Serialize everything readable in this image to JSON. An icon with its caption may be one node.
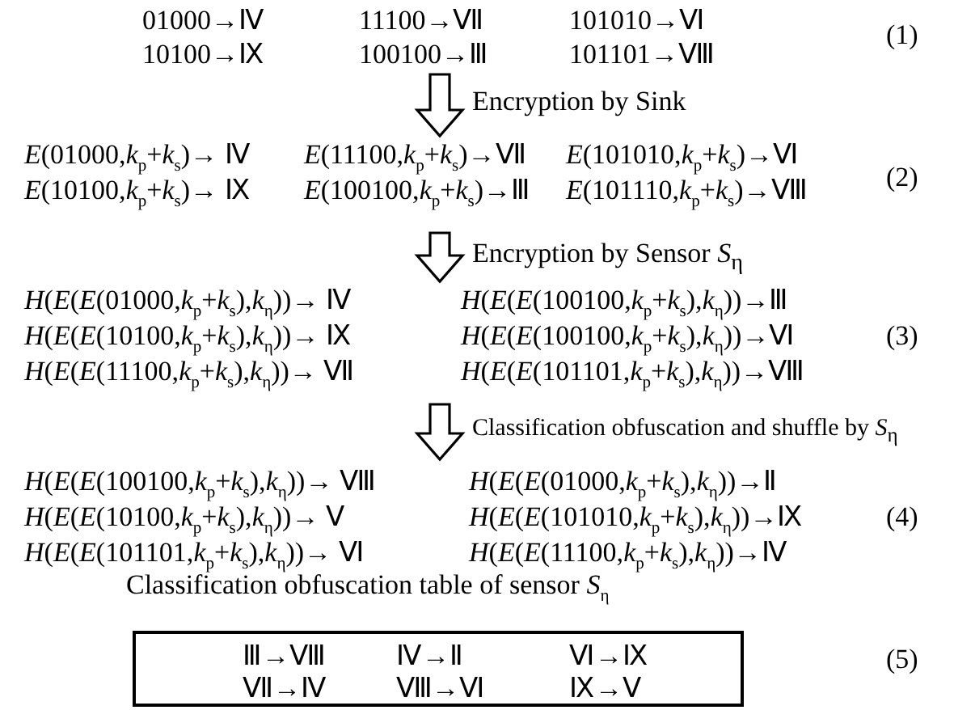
{
  "diagram": {
    "nodes": [
      {
        "text": [
          "01000→Ⅳ",
          "11100→Ⅶ",
          "101010→Ⅵ",
          "10100→Ⅸ",
          "100100→Ⅲ",
          "101101→Ⅷ"
        ]
      },
      {
        "text": [
          "*E*(01000,*k*$_{p}$+*k*$_{s}$)→ Ⅳ",
          "*E*(11100,*k*$_{p}$+*k*$_{s}$)→Ⅶ",
          "*E*(101010,*k*$_{p}$+*k*$_{s}$)→Ⅵ",
          "*E*(10100,*k*$_{p}$+*k*$_{s}$)→ Ⅸ",
          "*E*(100100,*k*$_{p}$+*k*$_{s}$)→Ⅲ",
          "*E*(101110,*k*$_{p}$+*k*$_{s}$)→Ⅷ"
        ]
      },
      {
        "text": [
          "*H*(*E*(*E*(01000,*k*$_{p}$+*k*$_{s}$),*k*$_{η}$))→ Ⅳ",
          "*H*(*E*(*E*(100100,*k*$_{p}$+*k*$_{s}$),*k*$_{η}$))→Ⅲ",
          "*H*(*E*(*E*(10100,*k*$_{p}$+*k*$_{s}$),*k*$_{η}$))→ Ⅸ",
          "*H*(*E*(*E*(100100,*k*$_{p}$+*k*$_{s}$),*k*$_{η}$))→Ⅵ",
          "*H*(*E*(*E*(11100,*k*$_{p}$+*k*$_{s}$),*k*$_{η}$))→ Ⅶ",
          "*H*(*E*(*E*(101101,*k*$_{p}$+*k*$_{s}$),*k*$_{η}$))→Ⅷ"
        ]
      },
      {
        "text": [
          "*H*(*E*(*E*(100100,*k*$_{p}$+*k*$_{s}$),*k*$_{η}$))→ Ⅷ",
          "*H*(*E*(*E*(01000,*k*$_{p}$+*k*$_{s}$),*k*$_{η}$))→Ⅱ",
          "*H*(*E*(*E*(10100,*k*$_{p}$+*k*$_{s}$),*k*$_{η}$))→ Ⅴ",
          "*H*(*E*(*E*(101010,*k*$_{p}$+*k*$_{s}$),*k*$_{η}$))→Ⅸ",
          "*H*(*E*(*E*(101101,*k*$_{p}$+*k*$_{s}$),*k*$_{η}$))→ Ⅵ",
          "*H*(*E*(*E*(11100,*k*$_{p}$+*k*$_{s}$),*k*$_{η}$))→Ⅳ"
        ]
      },
      {
        "text": [
          "Classification obfuscation table of sensor *S*$_{η}$",
          "Ⅲ→Ⅷ",
          "Ⅳ→Ⅱ",
          "Ⅵ→Ⅸ",
          "Ⅶ→Ⅳ",
          "Ⅷ→Ⅵ",
          "Ⅸ→Ⅴ"
        ]
      }
    ],
    "edges": [
      {
        "from": 0,
        "to": 1,
        "arrow": "to",
        "label": "Encryption by Sink"
      },
      {
        "from": 1,
        "to": 2,
        "arrow": "to",
        "label": "Encryption by Sensor *S*$_{η}$"
      },
      {
        "from": 2,
        "to": 3,
        "arrow": "to",
        "label": "Classification obfuscation and shuffle by *S*$_{η}$"
      }
    ],
    "labels": [
      "(1)",
      "(2)",
      "(3)",
      "(4)",
      "(5)"
    ]
  }
}
